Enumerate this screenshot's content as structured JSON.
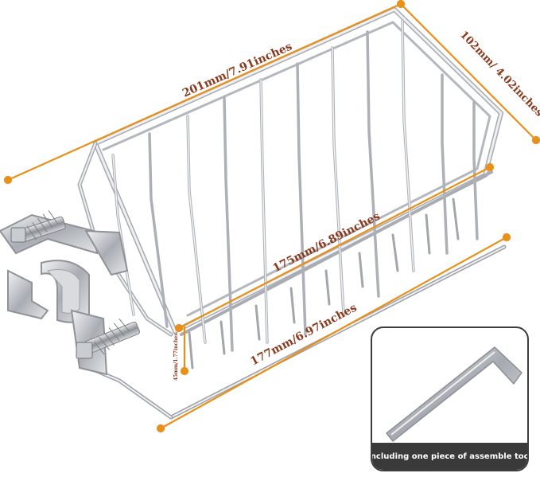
{
  "dimensions": {
    "length_top": "201mm/7.91inches",
    "depth_side": "102mm/ 4.02inches",
    "length_front": "175mm/6.89inches",
    "length_hanger": "177mm/6.97inches",
    "height_small": "45mm/1.77inches"
  },
  "inset": {
    "caption": "Including one piece of assemble tool"
  },
  "colors": {
    "dimension_line": "#e8901a",
    "dimension_text": "#8b3a1e",
    "steel": "#b9bcc1",
    "inset_border": "#3d3d3d",
    "caption_bg": "#3a3a3a"
  },
  "icons": {
    "basket": "wire-shower-caddy-icon",
    "clamp": "pipe-clamp-icon",
    "tool": "allen-key-icon"
  }
}
